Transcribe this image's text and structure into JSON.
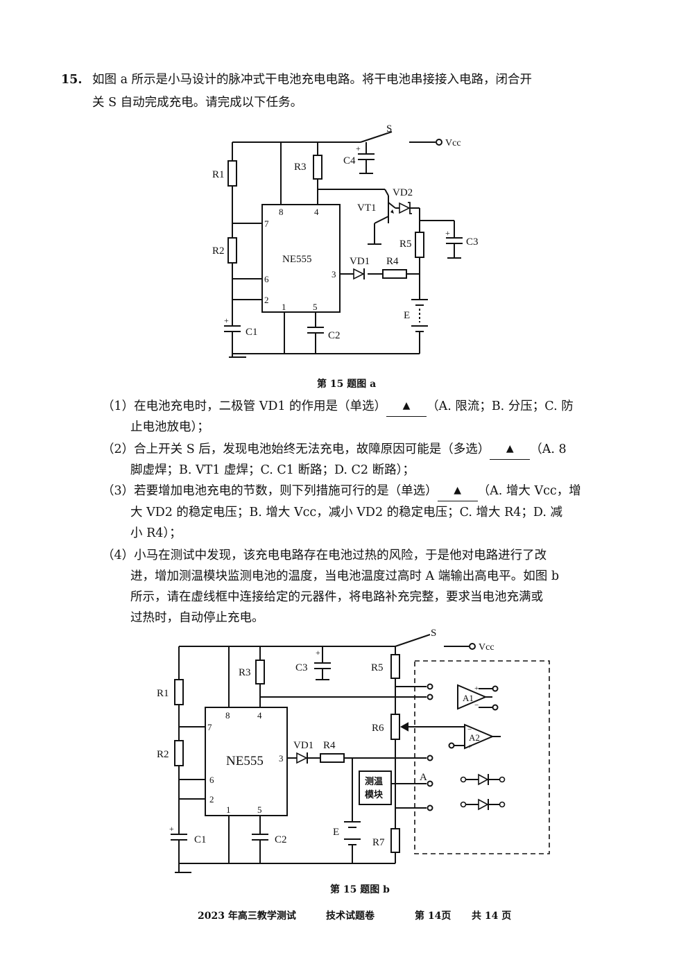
{
  "question": {
    "number": "15.",
    "line1": "如图 a 所示是小马设计的脉冲式干电池充电电路。将干电池串接接入电路，闭合开",
    "line2": "关 S 自动完成充电。请完成以下任务。"
  },
  "figure_a": {
    "caption": "第 15 题图 a",
    "labels": {
      "S": "S",
      "Vcc": "Vcc",
      "R1": "R1",
      "R2": "R2",
      "R3": "R3",
      "R4": "R4",
      "R5": "R5",
      "C1": "C1",
      "C2": "C2",
      "C3": "C3",
      "C4": "C4",
      "VT1": "VT1",
      "VD1": "VD1",
      "VD2": "VD2",
      "E": "E",
      "chip": "NE555",
      "pin8": "8",
      "pin4": "4",
      "pin7": "7",
      "pin6": "6",
      "pin2": "2",
      "pin3": "3",
      "pin1": "1",
      "pin5": "5",
      "plus": "+"
    }
  },
  "subquestions": {
    "q1_a": "（1）在电池充电时，二极管 VD1 的作用是（单选）",
    "q1_b": "（A. 限流；B. 分压；C. 防",
    "q1_c": "止电池放电）；",
    "q2_a": "（2）合上开关 S 后，发现电池始终无法充电，故障原因可能是（多选）",
    "q2_b": "（A. 8",
    "q2_c": "脚虚焊；B. VT1 虚焊；C. C1 断路；D. C2 断路）；",
    "q3_a": "（3）若要增加电池充电的节数，则下列措施可行的是（单选）",
    "q3_b": "（A. 增大 Vcc，增",
    "q3_c": "大 VD2 的稳定电压；B. 增大 Vcc，减小 VD2 的稳定电压；C. 增大 R4；D. 减",
    "q3_d": "小 R4）；",
    "q4_a": "（4）小马在测试中发现，该充电电路存在电池过热的风险，于是他对电路进行了改",
    "q4_b": "进，增加测温模块监测电池的温度，当电池温度过高时 A 端输出高电平。如图 b",
    "q4_c": "所示，请在虚线框中连接给定的元器件，将电路补充完整，要求当电池充满或",
    "q4_d": "过热时，自动停止充电。",
    "blank_mark": "▲"
  },
  "figure_b": {
    "caption": "第 15 题图 b",
    "labels": {
      "S": "S",
      "Vcc": "Vcc",
      "R1": "R1",
      "R2": "R2",
      "R3": "R3",
      "R4": "R4",
      "R5": "R5",
      "R6": "R6",
      "R7": "R7",
      "C1": "C1",
      "C2": "C2",
      "C3": "C3",
      "VD1": "VD1",
      "E": "E",
      "A": "A",
      "chip": "NE555",
      "A1": "A1",
      "A2": "A2",
      "module_1": "测温",
      "module_2": "模块",
      "pin8": "8",
      "pin4": "4",
      "pin7": "7",
      "pin6": "6",
      "pin2": "2",
      "pin3": "3",
      "pin1": "1",
      "pin5": "5",
      "plus": "+",
      "minus": "−"
    }
  },
  "footer": {
    "exam": "2023 年高三教学测试",
    "paper": "技术试题卷",
    "page": "第 14页",
    "total": "共 14 页"
  }
}
